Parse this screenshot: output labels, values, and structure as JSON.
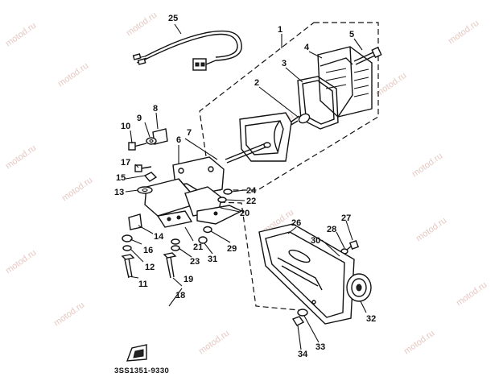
{
  "watermark": "motod.ru",
  "diagram_code": "3SS1351-9330",
  "labels": {
    "p1": "1",
    "p2": "2",
    "p3": "3",
    "p4": "4",
    "p5": "5",
    "p6": "6",
    "p7": "7",
    "p8": "8",
    "p9": "9",
    "p10": "10",
    "p11": "11",
    "p12": "12",
    "p13": "13",
    "p14": "14",
    "p15": "15",
    "p16": "16",
    "p17": "17",
    "p18": "18",
    "p19": "19",
    "p20": "20",
    "p21": "21",
    "p22": "22",
    "p23": "23",
    "p24": "24",
    "p25": "25",
    "p26": "26",
    "p27": "27",
    "p28": "28",
    "p29": "29",
    "p30": "30",
    "p31": "31",
    "p32": "32",
    "p33": "33",
    "p34": "34"
  },
  "colors": {
    "ink": "#111111",
    "background": "#ffffff",
    "watermark": "#e6c9c2"
  }
}
